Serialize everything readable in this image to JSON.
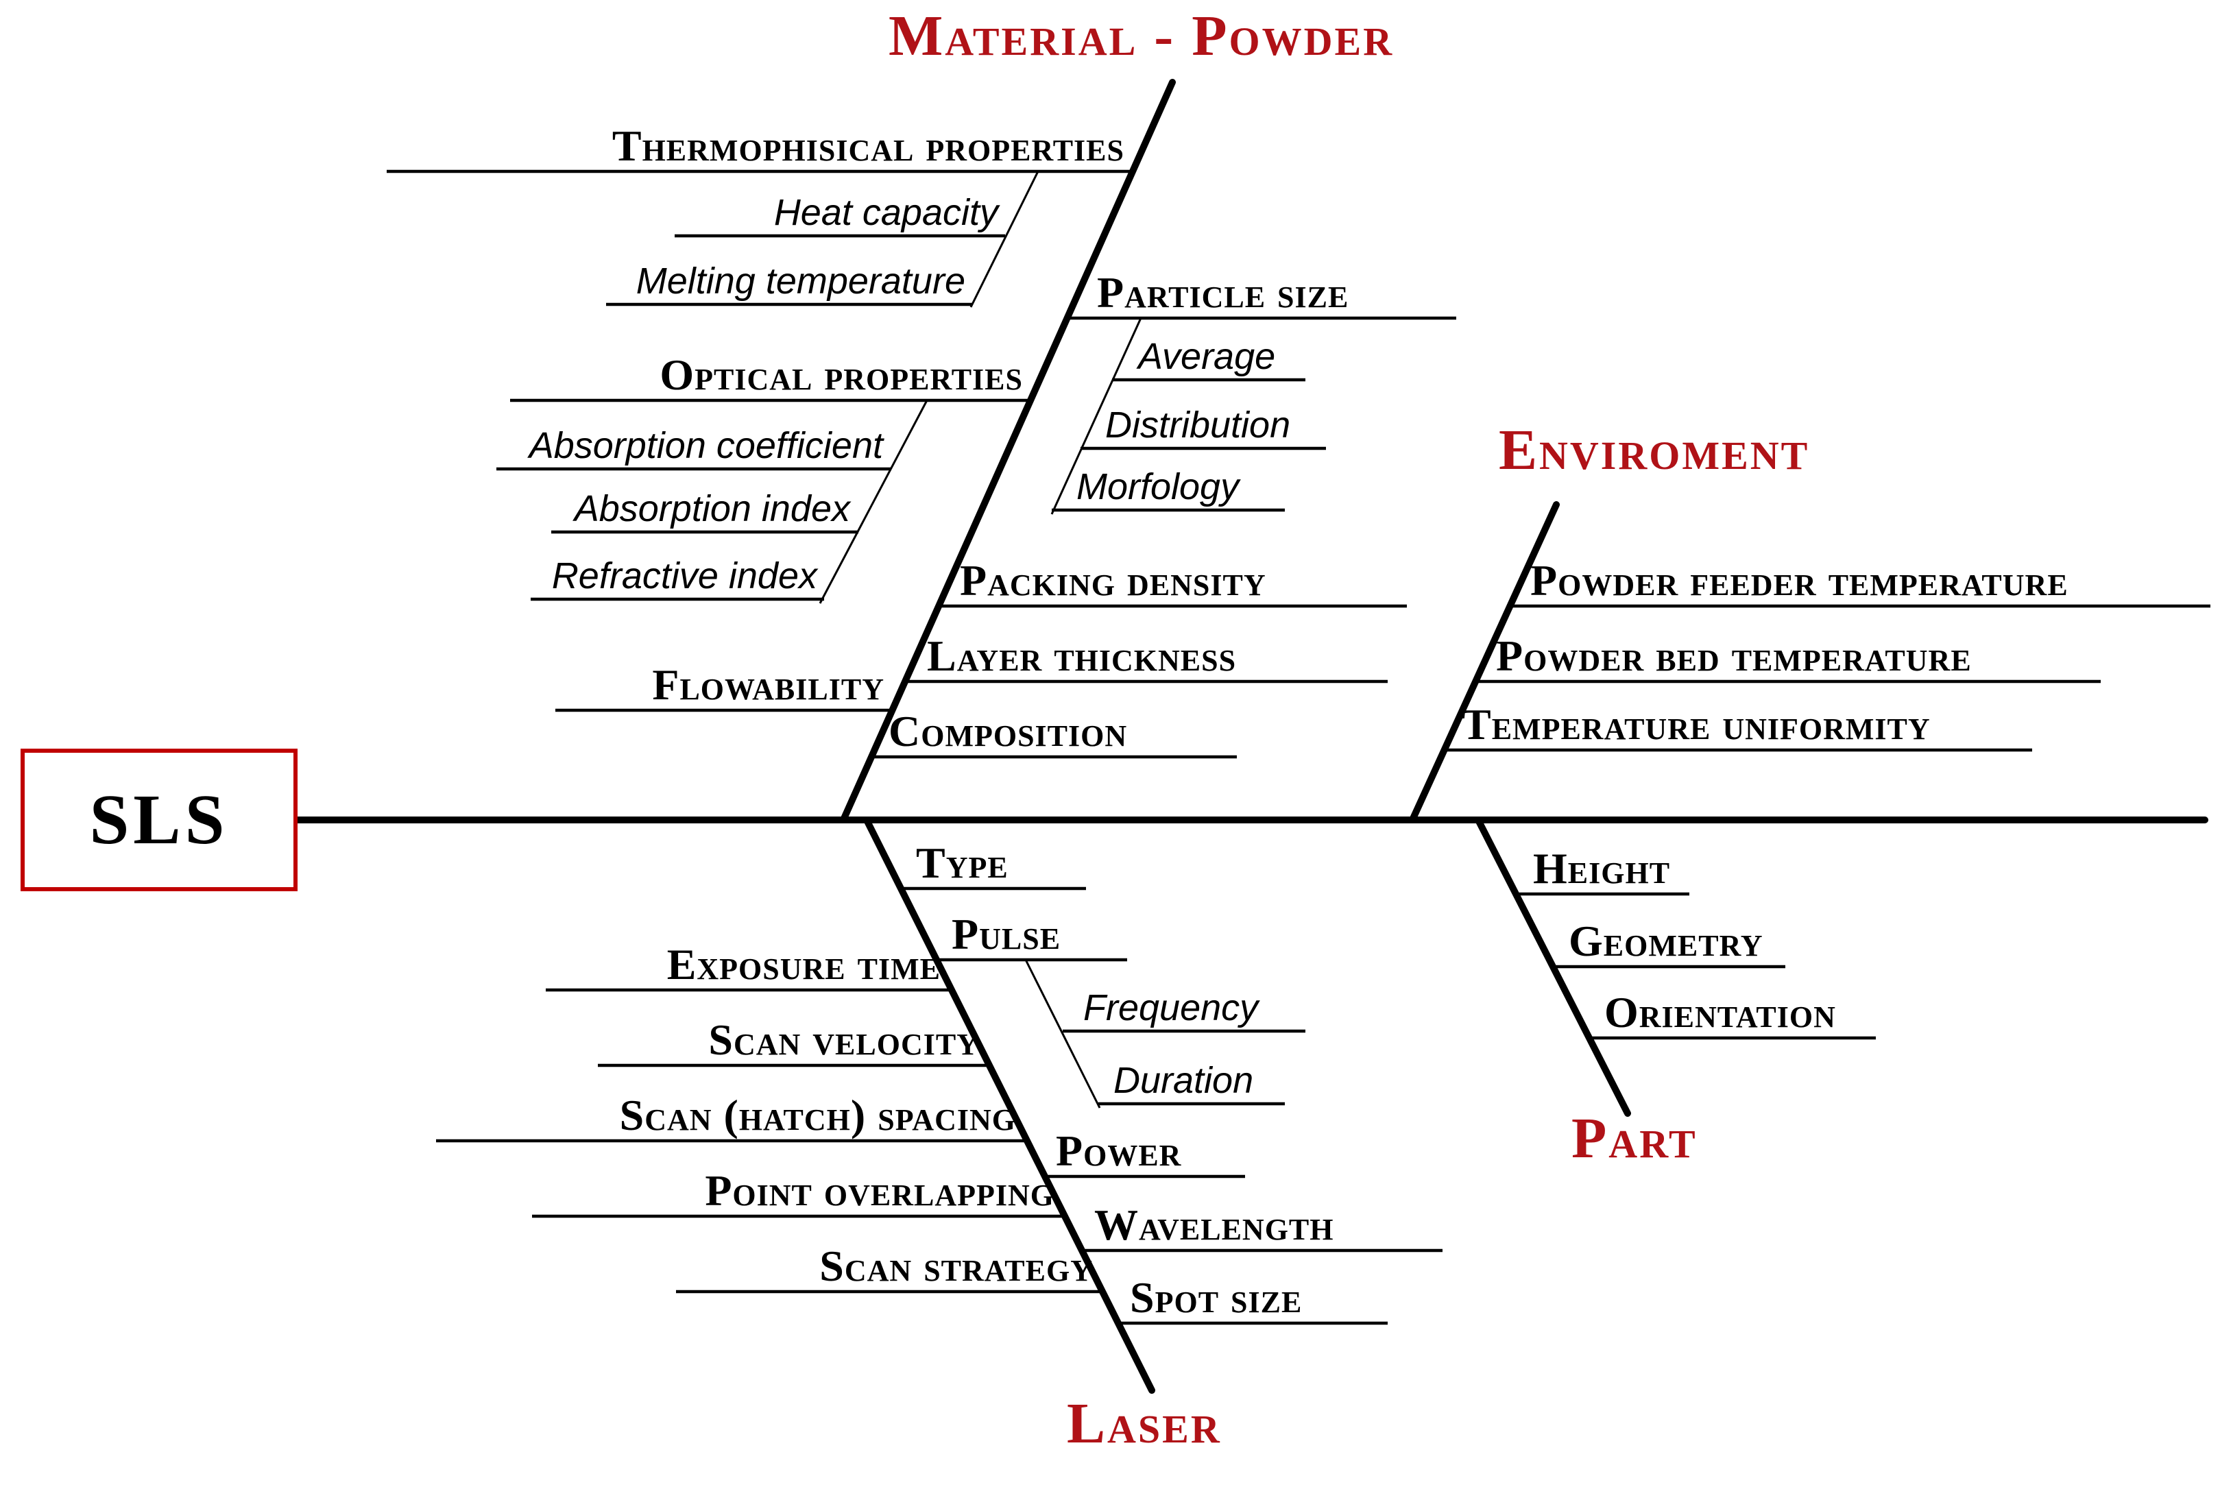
{
  "effect": {
    "label": "SLS"
  },
  "branches": {
    "material": {
      "title": "Material - Powder",
      "items": {
        "thermophisical": {
          "label": "Thermophisical properties",
          "subitems": {
            "heat_capacity": "Heat capacity",
            "melting_temperature": "Melting temperature"
          }
        },
        "optical": {
          "label": "Optical properties",
          "subitems": {
            "absorption_coefficient": "Absorption coefficient",
            "absorption_index": "Absorption index",
            "refractive_index": "Refractive index"
          }
        },
        "flowability": {
          "label": "Flowability"
        },
        "particle_size": {
          "label": "Particle size",
          "subitems": {
            "average": "Average",
            "distribution": "Distribution",
            "morfology": "Morfology"
          }
        },
        "packing_density": {
          "label": "Packing density"
        },
        "layer_thickness": {
          "label": "Layer thickness"
        },
        "composition": {
          "label": "Composition"
        }
      }
    },
    "enviroment": {
      "title": "Enviroment",
      "items": {
        "powder_feeder_temperature": {
          "label": "Powder feeder temperature"
        },
        "powder_bed_temperature": {
          "label": "Powder bed temperature"
        },
        "temperature_uniformity": {
          "label": "Temperature uniformity"
        }
      }
    },
    "laser": {
      "title": "Laser",
      "items": {
        "exposure_time": {
          "label": "Exposure time"
        },
        "scan_velocity": {
          "label": "Scan velocity"
        },
        "scan_hatch_spacing": {
          "label": "Scan (hatch) spacing"
        },
        "point_overlapping": {
          "label": "Point overlapping"
        },
        "scan_strategy": {
          "label": "Scan strategy"
        },
        "type": {
          "label": "Type"
        },
        "pulse": {
          "label": "Pulse",
          "subitems": {
            "frequency": "Frequency",
            "duration": "Duration"
          }
        },
        "power": {
          "label": "Power"
        },
        "wavelength": {
          "label": "Wavelength"
        },
        "spot_size": {
          "label": "Spot size"
        }
      }
    },
    "part": {
      "title": "Part",
      "items": {
        "height": {
          "label": "Height"
        },
        "geometry": {
          "label": "Geometry"
        },
        "orientation": {
          "label": "Orientation"
        }
      }
    }
  },
  "colors": {
    "branch_title_red": "#b01217",
    "effect_box_border_red": "#c00000",
    "line_black": "#000000"
  }
}
